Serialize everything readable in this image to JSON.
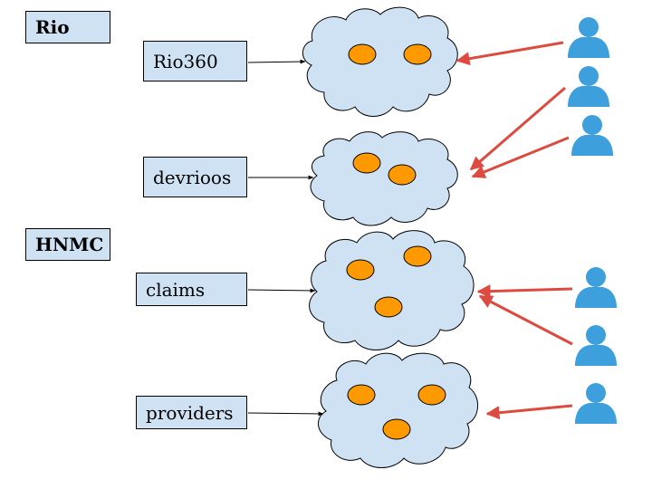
{
  "groups": [
    {
      "label": "Rio"
    },
    {
      "label": "HNMC"
    }
  ],
  "services": [
    {
      "label": "Rio360"
    },
    {
      "label": "devrioos"
    },
    {
      "label": "claims"
    },
    {
      "label": "providers"
    }
  ],
  "icons": {
    "cloud": "cloud-icon",
    "instance": "instance-node",
    "user": "user-icon"
  },
  "colors": {
    "cloud_fill": "#cfe2f3",
    "label_fill": "#cfe2f3",
    "node_fill": "#ff9900",
    "user_fill": "#3d9fdc",
    "arrow_red": "#dd4b40",
    "arrow_black": "#000000"
  }
}
